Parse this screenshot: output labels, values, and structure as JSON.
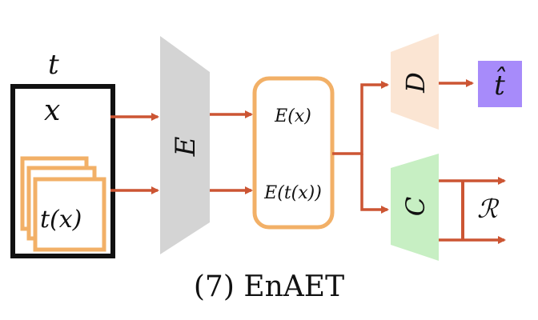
{
  "labels": {
    "t_top": "t",
    "x_label": "x",
    "tx_label": "t(x)",
    "encoder": "E",
    "ex": "E(x)",
    "etx": "E(t(x))",
    "decoder": "D",
    "t_hat": "t̂",
    "classifier": "C",
    "r_label": "ℛ",
    "caption": "(7) EnAET"
  },
  "colors": {
    "arrow": "#cc5533",
    "encoder_fill": "#d4d4d4",
    "decoder_fill": "#fbe5d3",
    "classifier_fill": "#c7efc3",
    "output_fill": "#a78bfa",
    "frame_orange": "#f2b067",
    "frame_black": "#111111"
  }
}
